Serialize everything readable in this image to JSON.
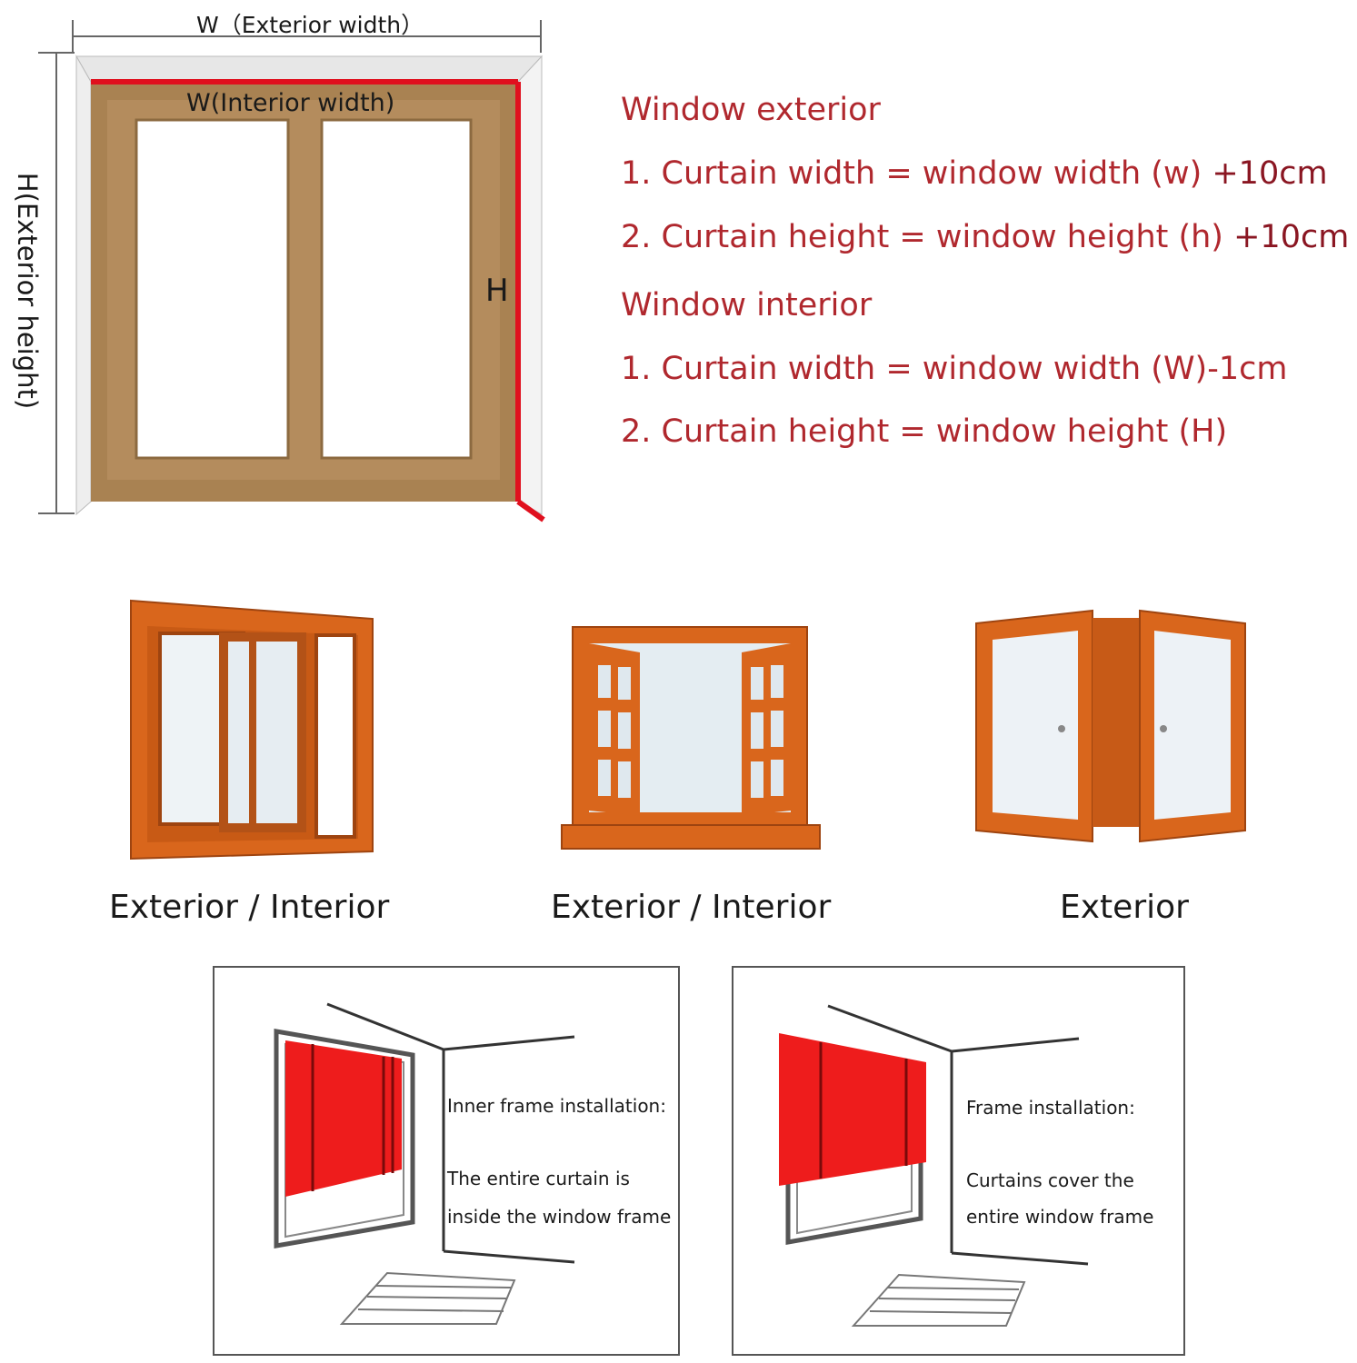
{
  "measure_diagram": {
    "exterior_width_label": "W（Exterior width）",
    "interior_width_label": "W(Interior width)",
    "exterior_height_label": "H(Exterior height)",
    "interior_height_label": "H"
  },
  "instructions": {
    "exterior_heading": "Window exterior",
    "exterior_width_rule": "1. Curtain width = window width (w) ",
    "exterior_width_add": "+10cm",
    "exterior_height_rule": "2. Curtain height = window height (h) ",
    "exterior_height_add": "+10cm",
    "interior_heading": "Window interior",
    "interior_width_rule": "1. Curtain width = window width (W)-1cm",
    "interior_height_rule": "2. Curtain height = window height (H)"
  },
  "window_types": [
    {
      "caption": "Exterior / Interior"
    },
    {
      "caption": "Exterior / Interior"
    },
    {
      "caption": "Exterior"
    }
  ],
  "installations": [
    {
      "title": "Inner frame installation:",
      "line1": "The entire curtain is",
      "line2": "inside the window frame"
    },
    {
      "title": "Frame installation:",
      "line1": "Curtains cover the",
      "line2": "entire window frame"
    }
  ],
  "colors": {
    "frame_wood": "#a98252",
    "measure_red": "#e0101e",
    "window_orange": "#d9661c",
    "curtain_red": "#ee1c1c"
  }
}
